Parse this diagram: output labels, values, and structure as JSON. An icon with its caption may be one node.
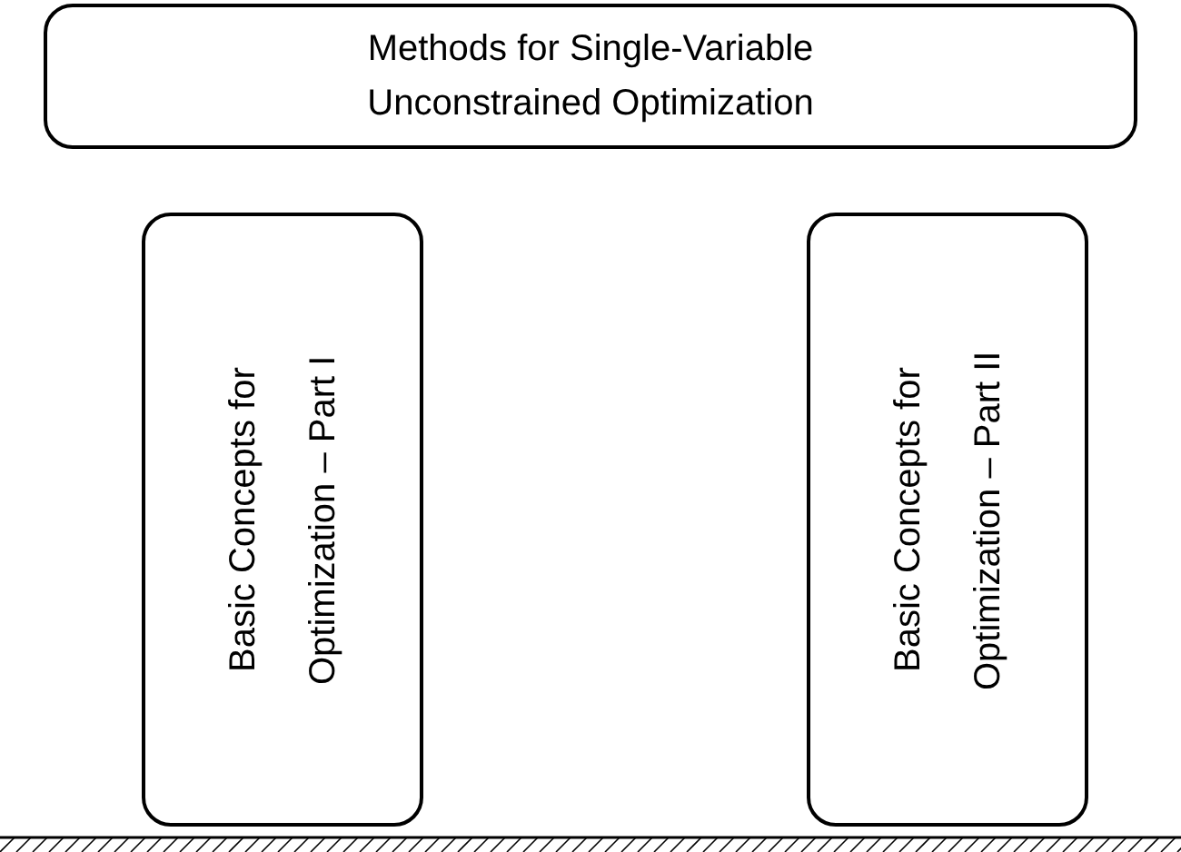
{
  "diagram": {
    "nodes": [
      {
        "text": [
          "Methods for Single-Variable Unconstrained Optimization"
        ]
      },
      {
        "text": [
          "Basic Concepts for Optimization – Part I"
        ]
      },
      {
        "text": [
          "Basic Concepts for Optimization – Part II"
        ]
      }
    ],
    "edges": []
  }
}
